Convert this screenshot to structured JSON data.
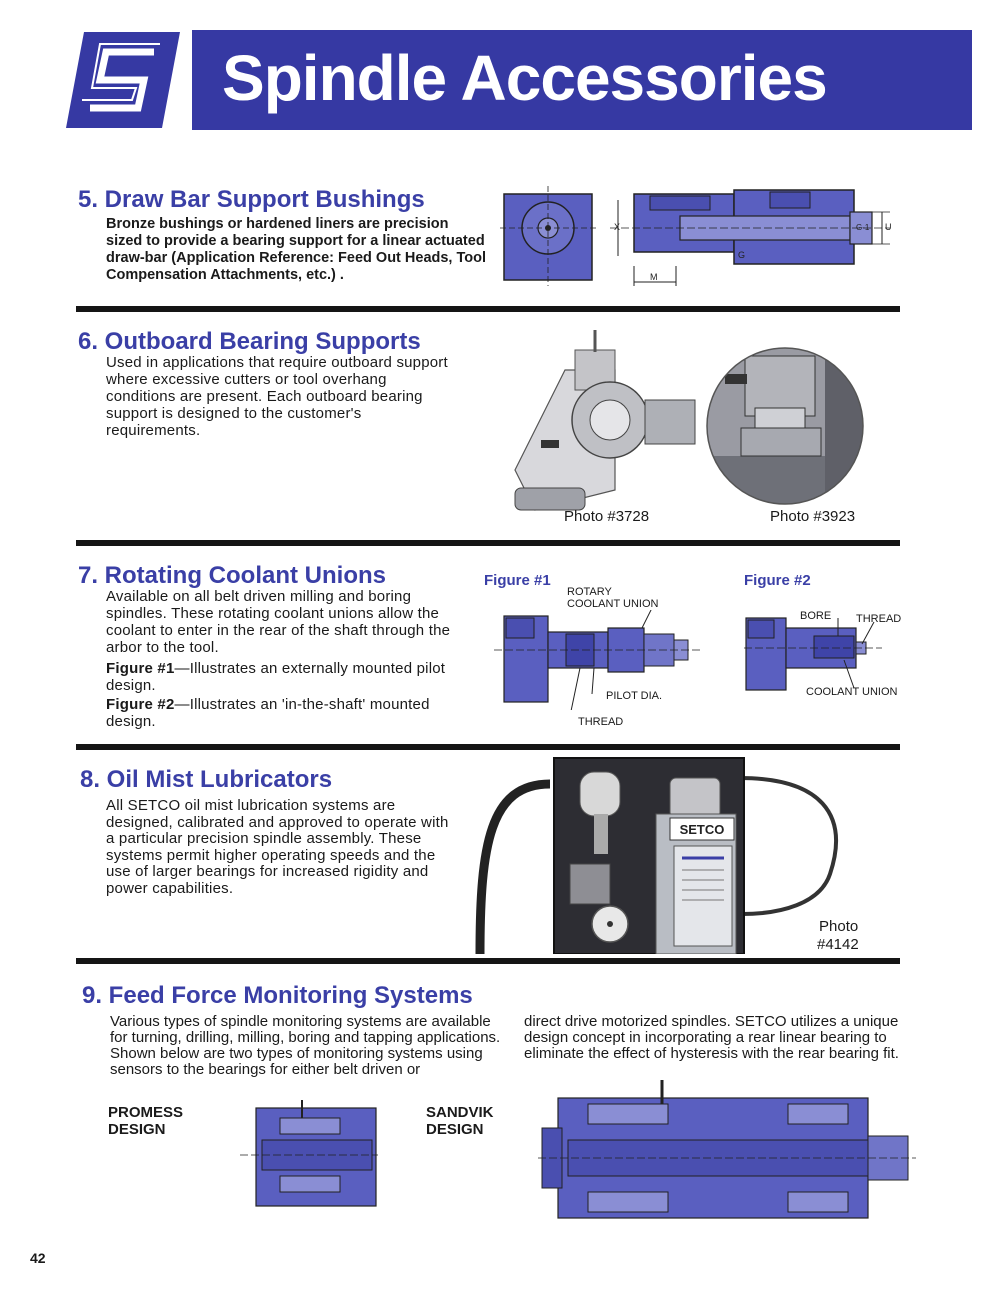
{
  "header": {
    "title": "Spindle Accessories",
    "logo_icon": "setco-s-logo-icon",
    "color": "#3639a3"
  },
  "sections": {
    "s5": {
      "title": "5. Draw Bar Support Bushings",
      "body": "Bronze bushings or hardened liners are precision sized to provide a bearing support for a linear actuated draw-bar (Application Reference: Feed Out Heads, Tool Compensation Attachments, etc.) .",
      "diagram_labels": {
        "x": "X",
        "g": "G",
        "g1": "G-1",
        "u": "U",
        "m": "M"
      }
    },
    "s6": {
      "title": "6. Outboard Bearing Supports",
      "body": "Used in applications that require outboard support where excessive cutters or tool overhang conditions are present. Each outboard bearing support is designed to the customer's requirements.",
      "photo1_caption": "Photo #3728",
      "photo2_caption": "Photo #3923"
    },
    "s7": {
      "title": "7. Rotating Coolant Unions",
      "body": "Available on all belt driven milling and boring spindles. These rotating coolant unions allow the coolant to enter in the rear of the shaft through the arbor to the tool.",
      "fig1_label": "Figure #1",
      "fig1_text": "—Illustrates an externally mounted pilot design.",
      "fig2_label": "Figure #2",
      "fig2_text": "—Illustrates an 'in-the-shaft' mounted design.",
      "figure1": {
        "title": "Figure #1",
        "label_rotary": "ROTARY",
        "label_coolant_union": "COOLANT UNION",
        "label_pilot": "PILOT DIA.",
        "label_thread": "THREAD"
      },
      "figure2": {
        "title": "Figure #2",
        "label_bore": "BORE",
        "label_thread": "THREAD",
        "label_coolant_union": "COOLANT UNION"
      }
    },
    "s8": {
      "title": "8. Oil Mist Lubricators",
      "body": "All SETCO oil mist lubrication systems are designed, calibrated and approved to operate with a particular precision spindle assembly. These systems permit higher operating speeds and the use of larger bearings for increased rigidity and power capabilities.",
      "photo_caption_1": "Photo",
      "photo_caption_2": "#4142",
      "brand_plate": "SETCO"
    },
    "s9": {
      "title": "9. Feed Force Monitoring Systems",
      "body_left": "Various types of spindle monitoring systems are available for turning, drilling, milling, boring and tapping applications. Shown below are two types of monitoring systems using sensors to the bearings for either belt driven or",
      "body_right": "direct drive motorized spindles. SETCO utilizes a unique design concept in incorporating a rear linear bearing to eliminate the effect of hysteresis with the rear bearing fit.",
      "promess_1": "PROMESS",
      "promess_2": "DESIGN",
      "sandvik_1": "SANDVIK",
      "sandvik_2": "DESIGN"
    }
  },
  "page_number": "42",
  "colors": {
    "accent": "#3a3fa6",
    "diagram_fill": "#5a5fc0",
    "rule": "#151515"
  }
}
